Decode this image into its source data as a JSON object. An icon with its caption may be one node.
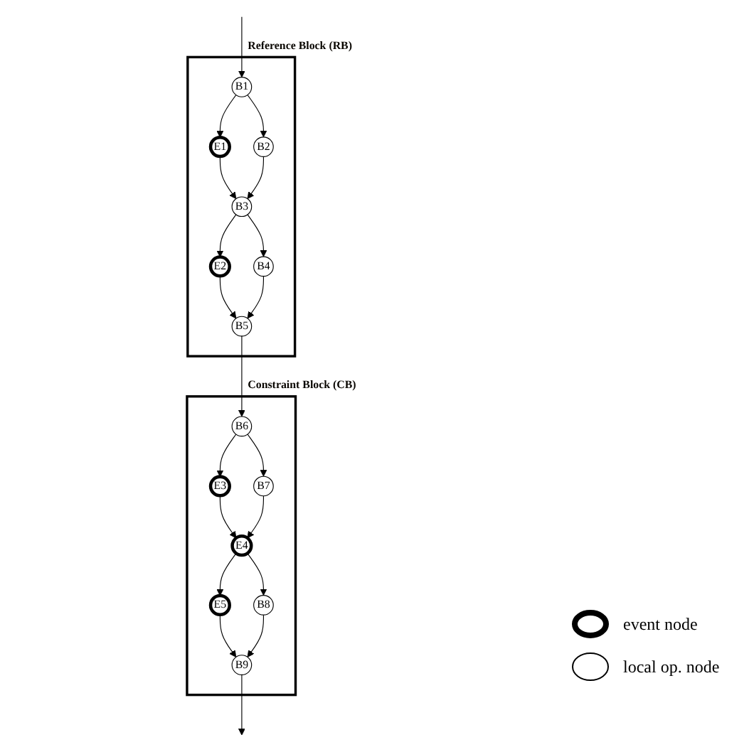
{
  "diagram": {
    "nodes": [
      {
        "text": [
          "Reference Block (RB)"
        ]
      },
      {
        "text": [
          "B1"
        ],
        "in": 0
      },
      {
        "text": [
          "E1"
        ],
        "in": 0
      },
      {
        "text": [
          "B2"
        ],
        "in": 0
      },
      {
        "text": [
          "B3"
        ],
        "in": 0
      },
      {
        "text": [
          "E2"
        ],
        "in": 0
      },
      {
        "text": [
          "B4"
        ],
        "in": 0
      },
      {
        "text": [
          "B5"
        ],
        "in": 0
      },
      {
        "text": [
          "Constraint Block (CB)"
        ]
      },
      {
        "text": [
          "B6"
        ],
        "in": 8
      },
      {
        "text": [
          "E3"
        ],
        "in": 8
      },
      {
        "text": [
          "B7"
        ],
        "in": 8
      },
      {
        "text": [
          "E4"
        ],
        "in": 8
      },
      {
        "text": [
          "E5"
        ],
        "in": 8
      },
      {
        "text": [
          "B8"
        ],
        "in": 8
      },
      {
        "text": [
          "B9"
        ],
        "in": 8
      }
    ],
    "edges": [
      {
        "from": null,
        "to": 1,
        "arrow": "to"
      },
      {
        "from": 1,
        "to": 2,
        "arrow": "to"
      },
      {
        "from": 1,
        "to": 3,
        "arrow": "to"
      },
      {
        "from": 2,
        "to": 4,
        "arrow": "to"
      },
      {
        "from": 3,
        "to": 4,
        "arrow": "to"
      },
      {
        "from": 4,
        "to": 5,
        "arrow": "to"
      },
      {
        "from": 4,
        "to": 6,
        "arrow": "to"
      },
      {
        "from": 5,
        "to": 7,
        "arrow": "to"
      },
      {
        "from": 6,
        "to": 7,
        "arrow": "to"
      },
      {
        "from": 7,
        "to": 9,
        "arrow": "to"
      },
      {
        "from": 9,
        "to": 10,
        "arrow": "to"
      },
      {
        "from": 9,
        "to": 11,
        "arrow": "to"
      },
      {
        "from": 10,
        "to": 12,
        "arrow": "to"
      },
      {
        "from": 11,
        "to": 12,
        "arrow": "to"
      },
      {
        "from": 12,
        "to": 13,
        "arrow": "to"
      },
      {
        "from": 12,
        "to": 14,
        "arrow": "to"
      },
      {
        "from": 13,
        "to": 15,
        "arrow": "to"
      },
      {
        "from": 14,
        "to": 15,
        "arrow": "to"
      },
      {
        "from": 15,
        "to": null,
        "arrow": "to"
      }
    ],
    "legend": [
      {
        "text": "event node"
      },
      {
        "text": "local op. node"
      }
    ]
  }
}
